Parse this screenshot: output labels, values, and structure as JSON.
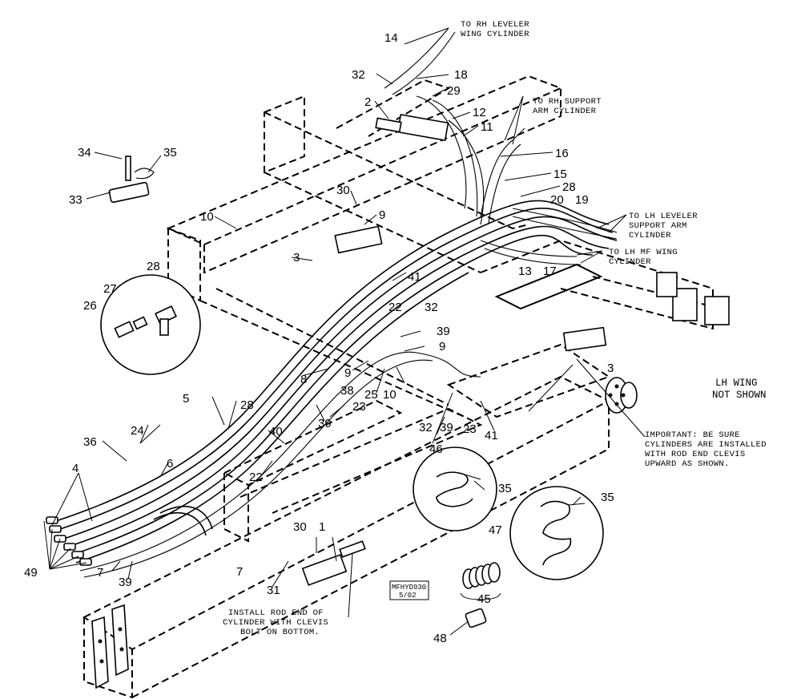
{
  "callouts": [
    "14",
    "32",
    "18",
    "29",
    "2",
    "12",
    "11",
    "16",
    "15",
    "28",
    "20",
    "19",
    "34",
    "35",
    "33",
    "30",
    "10",
    "9",
    "3",
    "13",
    "17",
    "41",
    "28",
    "27",
    "26",
    "22",
    "32",
    "39",
    "9",
    "9",
    "38",
    "25",
    "10",
    "8",
    "5",
    "28",
    "23",
    "39",
    "40",
    "23",
    "32",
    "39",
    "41",
    "3",
    "22",
    "24",
    "36",
    "6",
    "4",
    "46",
    "35",
    "47",
    "35",
    "30",
    "1",
    "49",
    "7",
    "7",
    "31",
    "39",
    "45",
    "48"
  ],
  "notes": {
    "rh_leveler": [
      "TO RH LEVELER",
      "WING CYLINDER"
    ],
    "rh_support": [
      "TO RH SUPPORT",
      "ARM CYLINDER"
    ],
    "lh_leveler": [
      "TO LH LEVELER",
      "SUPPORT ARM",
      "CYLINDER"
    ],
    "lh_mf": [
      "TO LH MF WING",
      "CYLINDER"
    ],
    "lh_wing": [
      "LH WING",
      "NOT SHOWN"
    ],
    "important": [
      "IMPORTANT: BE SURE",
      "CYLINDERS ARE INSTALLED",
      "WITH ROD END CLEVIS",
      "UPWARD AS SHOWN."
    ],
    "install": [
      "INSTALL ROD END OF",
      "CYLINDER WITH CLEVIS",
      "BOLT ON BOTTOM."
    ]
  },
  "stamp": [
    "MFHYD930",
    "5/02"
  ]
}
